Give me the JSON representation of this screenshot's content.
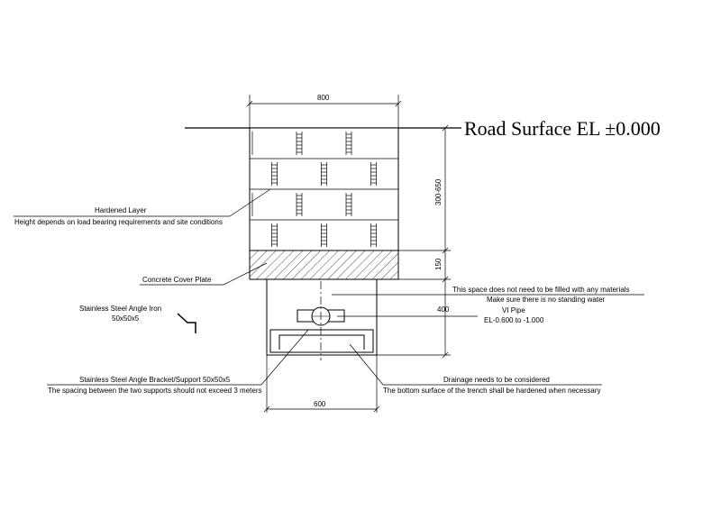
{
  "road_surface_label": "Road Surface EL ±0.000",
  "dimensions": {
    "top_width": "800",
    "bottom_width": "600",
    "layer_height": "300-650",
    "cover_thickness": "150",
    "trench_depth": "400"
  },
  "labels": {
    "hardened_layer_title": "Hardened Layer",
    "hardened_layer_note": "Height depends on load bearing requirements and site conditions",
    "concrete_cover": "Concrete Cover Plate",
    "angle_iron_title": "Stainless Steel Angle Iron",
    "angle_iron_size": "50x50x5",
    "bracket_title": "Stainless Steel Angle Bracket/Support 50x50x5",
    "bracket_note": "The spacing between the two supports should not exceed 3 meters",
    "space_note_1": "This space does not need to be filled with any materials",
    "space_note_2": "Make sure there is no standing water",
    "vi_pipe_title": "VI Pipe",
    "vi_pipe_el": "EL-0.600 to -1.000",
    "drainage_title": "Drainage needs to be considered",
    "drainage_note": "The bottom surface of the trench shall be hardened when necessary"
  },
  "colors": {
    "line": "#000000",
    "background": "#ffffff"
  }
}
